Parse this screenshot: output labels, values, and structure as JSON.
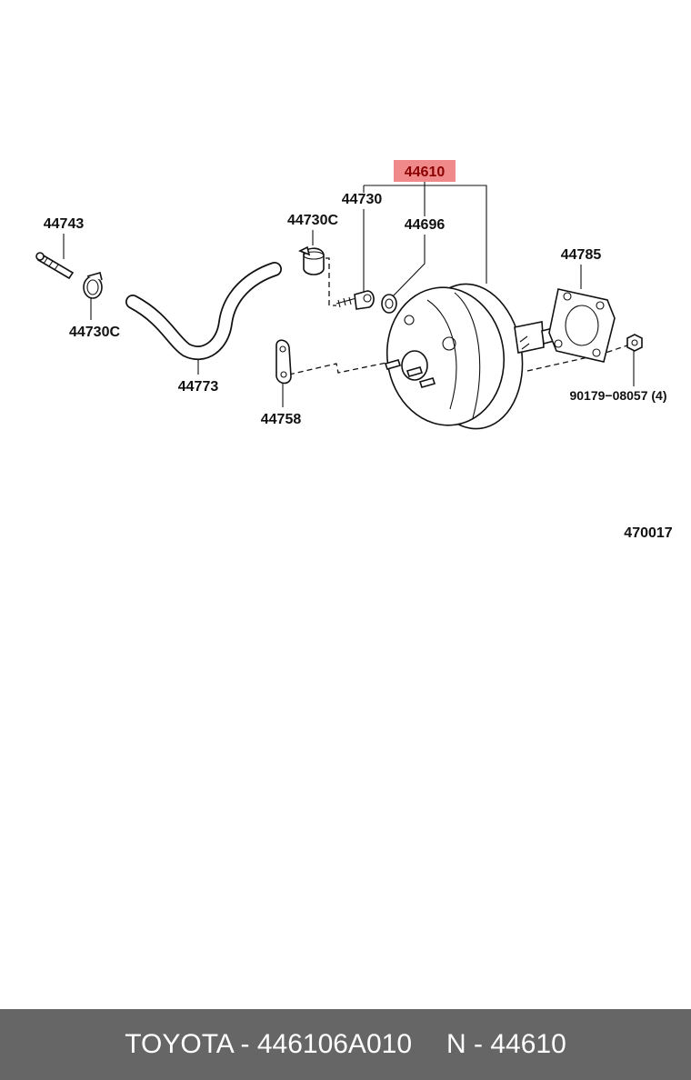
{
  "diagram": {
    "labels": {
      "main_part": "44610",
      "vacuum_check_valve": "44730",
      "clamp_upper": "44730C",
      "grommet": "44696",
      "union": "44743",
      "clamp_lower": "44730C",
      "vacuum_hose": "44773",
      "gasket_plate": "44785",
      "bracket": "44758",
      "nut": "90179−08057 (4)",
      "illustration_code": "470017"
    },
    "highlight_color": "#f08a8a"
  },
  "footer": {
    "brand_part": "TOYOTA - 446106A010",
    "alt_number": "N - 44610"
  }
}
